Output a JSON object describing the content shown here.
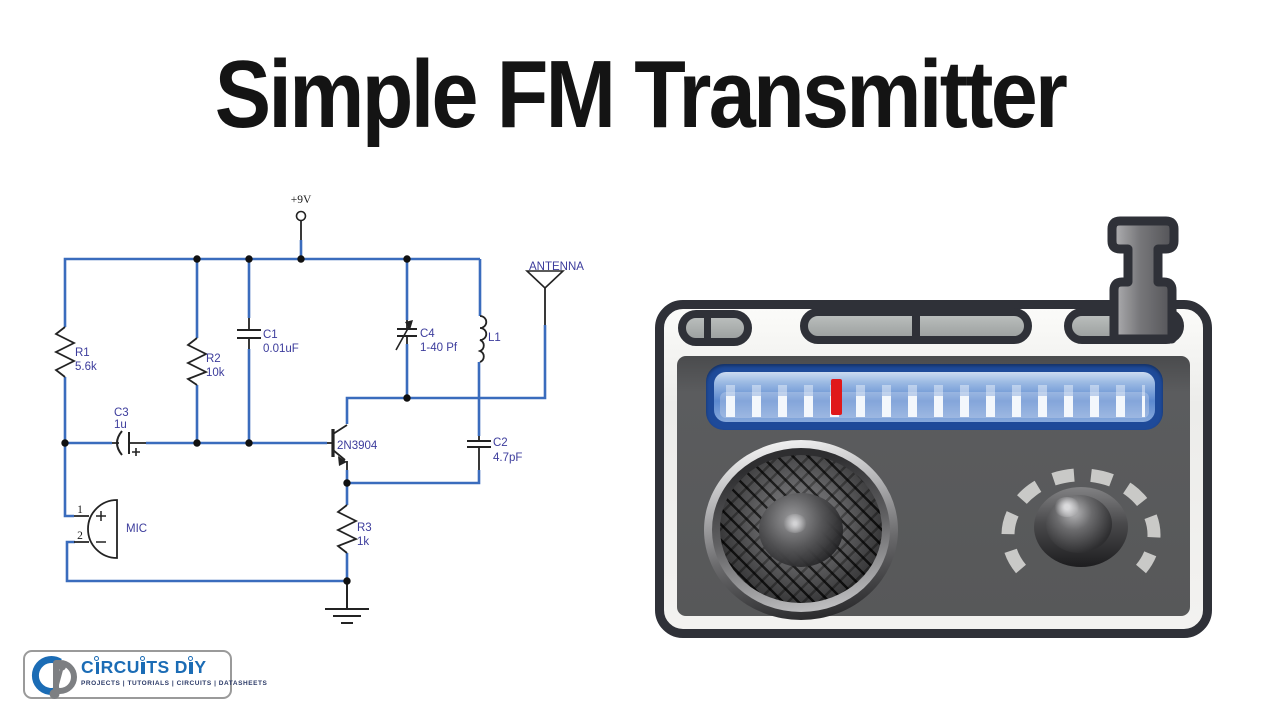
{
  "title": "Simple FM Transmitter",
  "schematic": {
    "power_label": "+9V",
    "antenna_label": "ANTENNA",
    "transistor_label": "2N3904",
    "mic_label": "MIC",
    "mic_pin1": "1",
    "mic_pin2": "2",
    "cap_polarity_plus": "+",
    "components": [
      {
        "ref": "R1",
        "value": "5.6k"
      },
      {
        "ref": "R2",
        "value": "10k"
      },
      {
        "ref": "R3",
        "value": "1k"
      },
      {
        "ref": "C1",
        "value": "0.01uF"
      },
      {
        "ref": "C2",
        "value": "4.7pF"
      },
      {
        "ref": "C3",
        "value": "1u"
      },
      {
        "ref": "C4",
        "value": "1-40 Pf"
      },
      {
        "ref": "L1",
        "value": ""
      }
    ],
    "colors": {
      "wire": "#3a6cbd",
      "label": "#3c3c9c",
      "symbol": "#232323"
    }
  },
  "radio": {
    "colors": {
      "outline": "#2f3138",
      "dial": "#1e4a99",
      "needle": "#e0181a",
      "panel": "#57585a"
    }
  },
  "logo": {
    "monogram_c": "C",
    "monogram_d": "D",
    "brand": "CIRCUITS DIY",
    "tagline": "PROJECTS  |  TUTORIALS  |  CIRCUITS  |  DATASHEETS",
    "brand_color": "#1b6cb5"
  }
}
